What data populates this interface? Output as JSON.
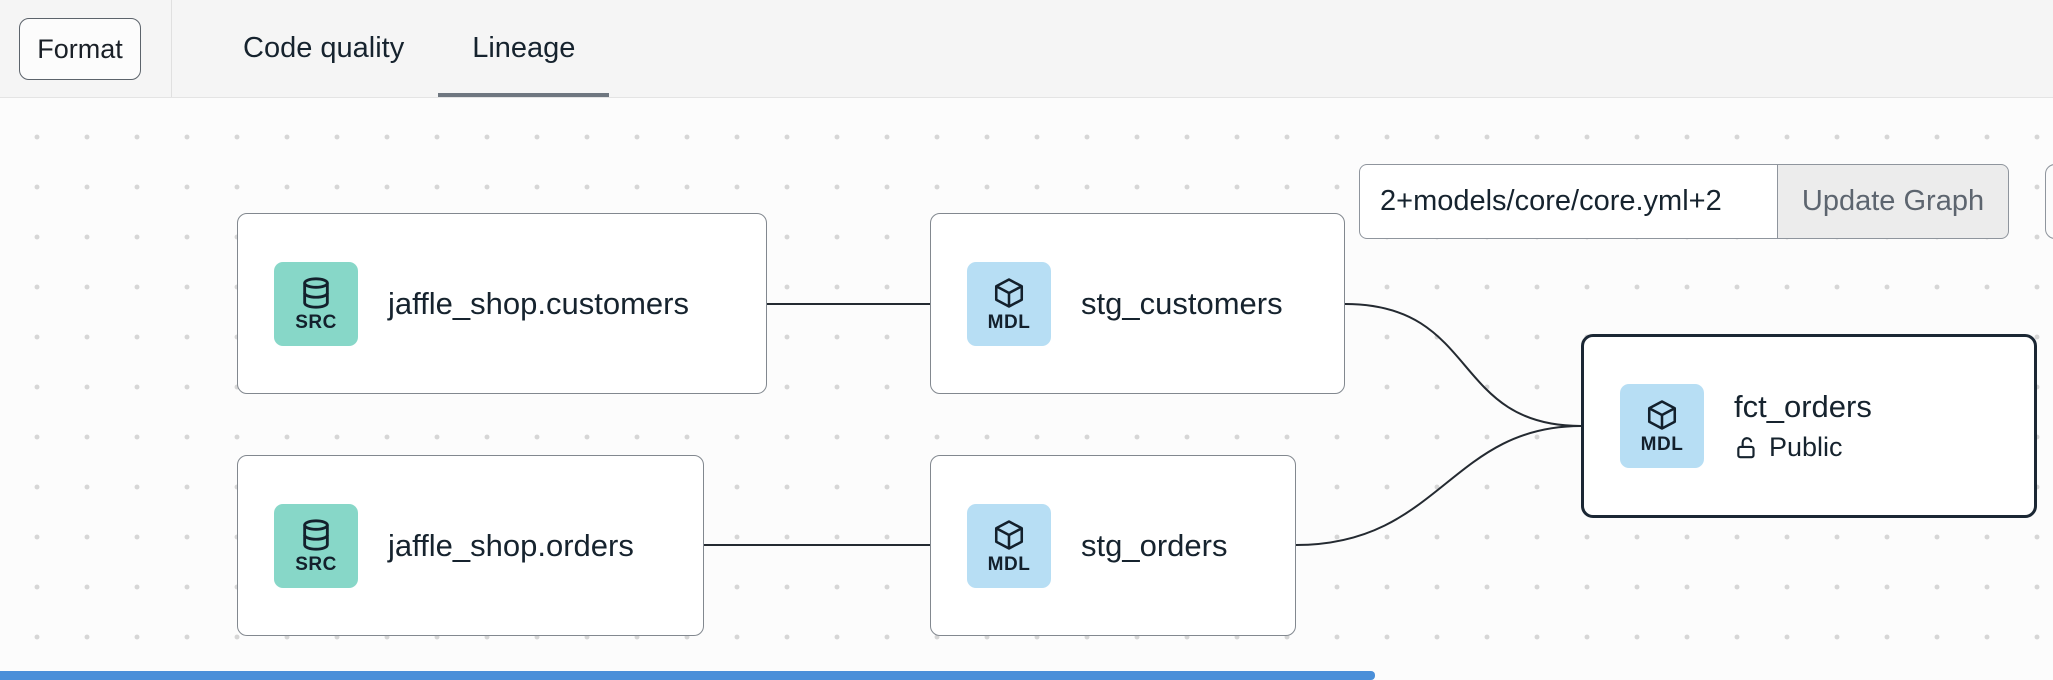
{
  "toolbar": {
    "format_label": "Format",
    "tabs": [
      {
        "label": "Code quality",
        "active": false
      },
      {
        "label": "Lineage",
        "active": true
      }
    ]
  },
  "graph_controls": {
    "selector_value": "2+models/core/core.yml+2",
    "update_button_label": "Update Graph"
  },
  "lineage": {
    "nodes": [
      {
        "label": "jaffle_shop.customers",
        "type": "SRC"
      },
      {
        "label": "jaffle_shop.orders",
        "type": "SRC"
      },
      {
        "label": "stg_customers",
        "type": "MDL"
      },
      {
        "label": "stg_orders",
        "type": "MDL"
      },
      {
        "label": "fct_orders",
        "type": "MDL",
        "access": "Public",
        "selected": true
      }
    ],
    "edges": [
      {
        "from": "jaffle_shop.customers",
        "to": "stg_customers"
      },
      {
        "from": "jaffle_shop.orders",
        "to": "stg_orders"
      },
      {
        "from": "stg_customers",
        "to": "fct_orders"
      },
      {
        "from": "stg_orders",
        "to": "fct_orders"
      }
    ]
  },
  "colors": {
    "source_badge_bg": "#87D7C8",
    "model_badge_bg": "#B7DEF4",
    "selected_node_border": "#1B2734",
    "scrollbar_thumb": "#4A8FD9",
    "active_tab_underline": "#6F7780"
  }
}
